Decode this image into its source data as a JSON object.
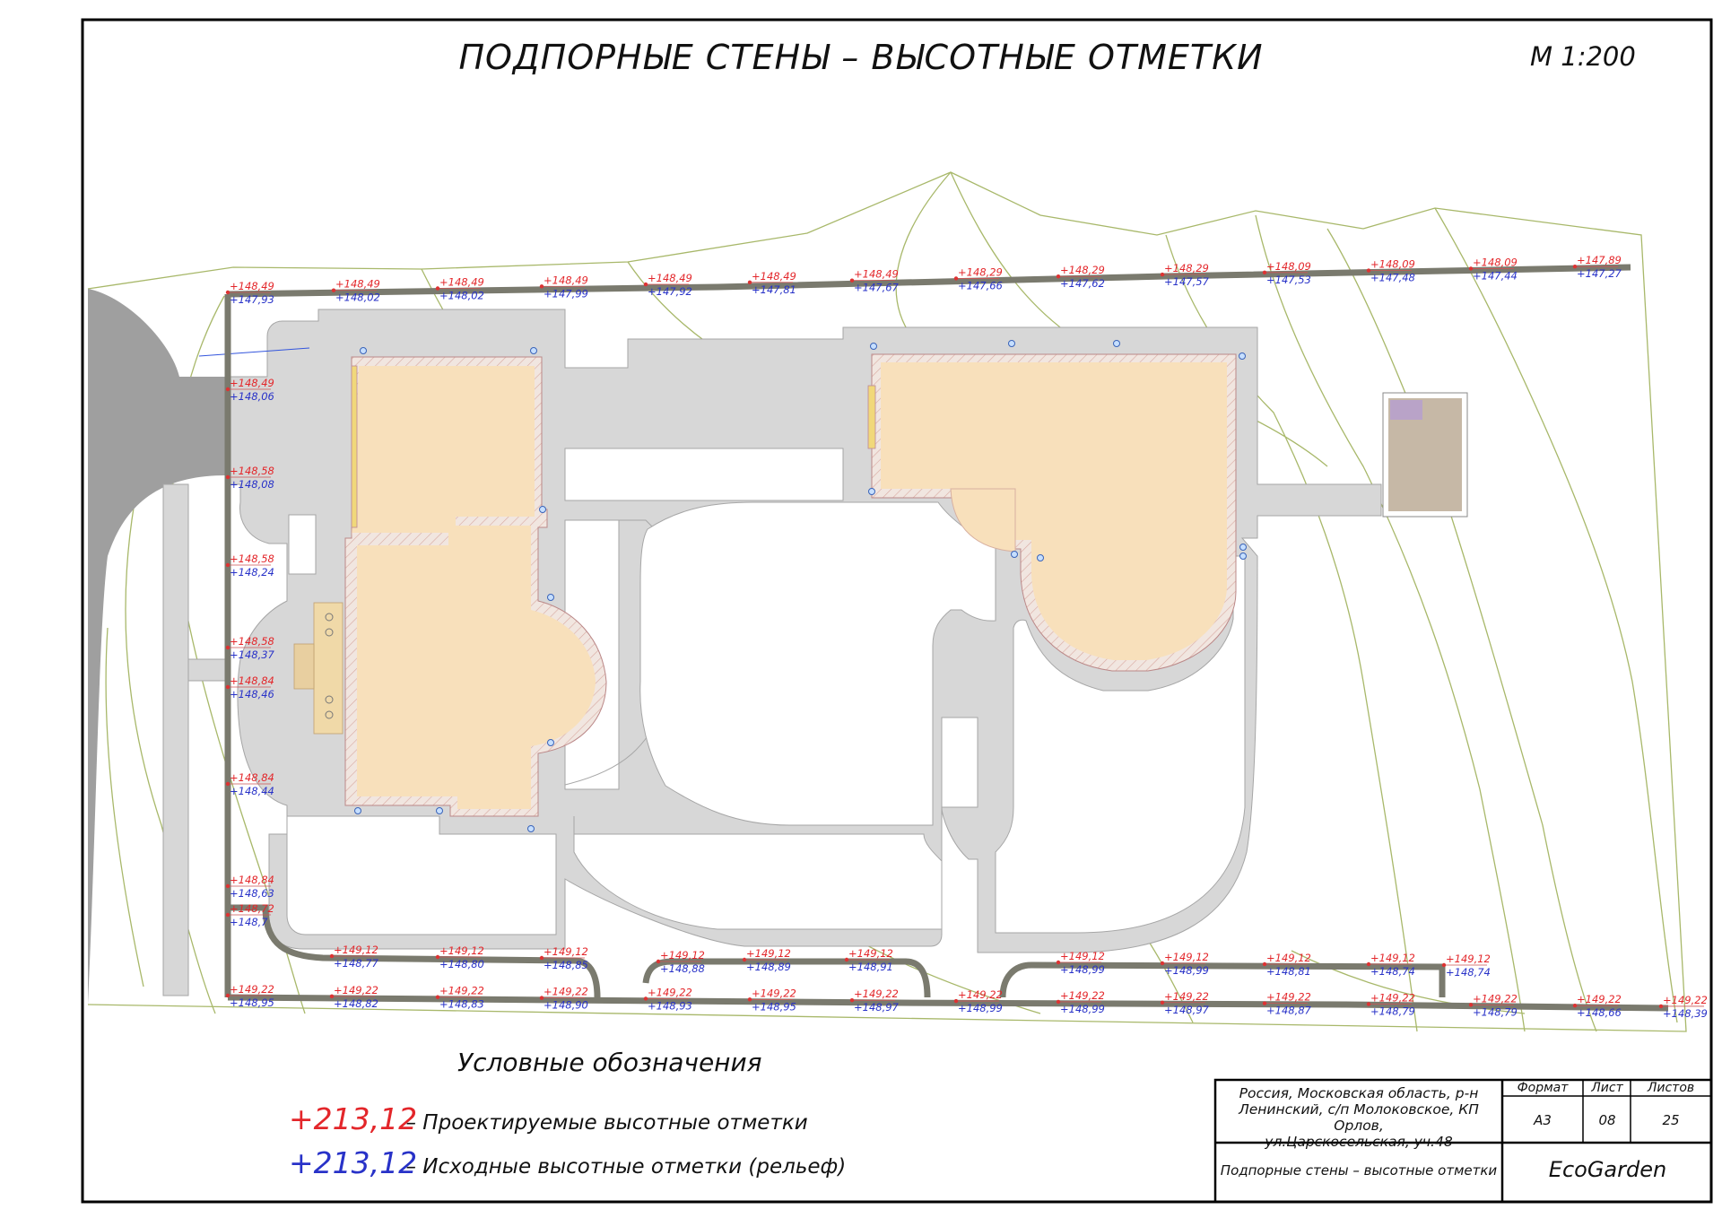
{
  "title": "ПОДПОРНЫЕ СТЕНЫ – ВЫСОТНЫЕ ОТМЕТКИ",
  "scale": "М 1:200",
  "colors": {
    "design": "#e3262a",
    "existing": "#2832c8",
    "house": "#f8e0bb",
    "paving": "#d6d6d6",
    "wall": "#8a8a7e",
    "contour": "#a8b86a"
  },
  "top_wall_labels": [
    {
      "design": "+148,49",
      "existing": "+147,93"
    },
    {
      "design": "+148,49",
      "existing": "+148,02"
    },
    {
      "design": "+148,49",
      "existing": "+148,02"
    },
    {
      "design": "+148,49",
      "existing": "+147,99"
    },
    {
      "design": "+148,49",
      "existing": "+147,92"
    },
    {
      "design": "+148,49",
      "existing": "+147,81"
    },
    {
      "design": "+148,49",
      "existing": "+147,67"
    },
    {
      "design": "+148,29",
      "existing": "+147,66"
    },
    {
      "design": "+148,29",
      "existing": "+147,62"
    },
    {
      "design": "+148,29",
      "existing": "+147,57"
    },
    {
      "design": "+148,09",
      "existing": "+147,53"
    },
    {
      "design": "+148,09",
      "existing": "+147,48"
    },
    {
      "design": "+148,09",
      "existing": "+147,44"
    },
    {
      "design": "+147,89",
      "existing": "+147,27"
    }
  ],
  "left_wall_labels": [
    {
      "design": "+148,49",
      "existing": "+148,06"
    },
    {
      "design": "+148,58",
      "existing": "+148,08"
    },
    {
      "design": "+148,58",
      "existing": "+148,24"
    },
    {
      "design": "+148,58",
      "existing": "+148,37"
    },
    {
      "design": "+148,84",
      "existing": "+148,46"
    },
    {
      "design": "+148,84",
      "existing": "+148,44"
    },
    {
      "design": "+148,84",
      "existing": "+148,63"
    },
    {
      "design": "+148,72",
      "existing": "+148,7"
    }
  ],
  "mid_wall_labels": [
    {
      "design": "+149,12",
      "existing": "+148,77"
    },
    {
      "design": "+149,12",
      "existing": "+148,80"
    },
    {
      "design": "+149,12",
      "existing": "+148,85"
    },
    {
      "design": "+149,12",
      "existing": "+148,88"
    },
    {
      "design": "+149,12",
      "existing": "+148,89"
    },
    {
      "design": "+149,12",
      "existing": "+148,91"
    },
    {
      "design": "+149,12",
      "existing": "+148,99"
    },
    {
      "design": "+149,12",
      "existing": "+148,99"
    },
    {
      "design": "+149,12",
      "existing": "+148,81"
    },
    {
      "design": "+149,12",
      "existing": "+148,74"
    },
    {
      "design": "+149,12",
      "existing": "+148,74"
    }
  ],
  "bottom_wall_labels": [
    {
      "design": "+149,22",
      "existing": "+148,95"
    },
    {
      "design": "+149,22",
      "existing": "+148,82"
    },
    {
      "design": "+149,22",
      "existing": "+148,83"
    },
    {
      "design": "+149,22",
      "existing": "+148,90"
    },
    {
      "design": "+149,22",
      "existing": "+148,93"
    },
    {
      "design": "+149,22",
      "existing": "+148,95"
    },
    {
      "design": "+149,22",
      "existing": "+148,97"
    },
    {
      "design": "+149,22",
      "existing": "+148,99"
    },
    {
      "design": "+149,22",
      "existing": "+148,99"
    },
    {
      "design": "+149,22",
      "existing": "+148,97"
    },
    {
      "design": "+149,22",
      "existing": "+148,87"
    },
    {
      "design": "+149,22",
      "existing": "+148,79"
    },
    {
      "design": "+149,22",
      "existing": "+148,79"
    },
    {
      "design": "+149,22",
      "existing": "+148,66"
    },
    {
      "design": "+149,22",
      "existing": "+148,39"
    }
  ],
  "legend": {
    "title": "Условные обозначения",
    "design_sample": "+213,12",
    "design_desc": "– Проектируемые высотные отметки",
    "existing_sample": "+213,12",
    "existing_desc": "– Исходные высотные отметки (рельеф)"
  },
  "title_block": {
    "address_line1": "Россия, Московская область, р-н",
    "address_line2": "Ленинский, с/п Молоковское, КП Орлов,",
    "address_line3": "ул.Царскосельская, уч.48",
    "format_header": "Формат",
    "sheet_header": "Лист",
    "sheets_header": "Листов",
    "format_value": "А3",
    "sheet_value": "08",
    "sheets_value": "25",
    "drawing_name": "Подпорные стены – высотные отметки",
    "company": "EcoGarden"
  }
}
